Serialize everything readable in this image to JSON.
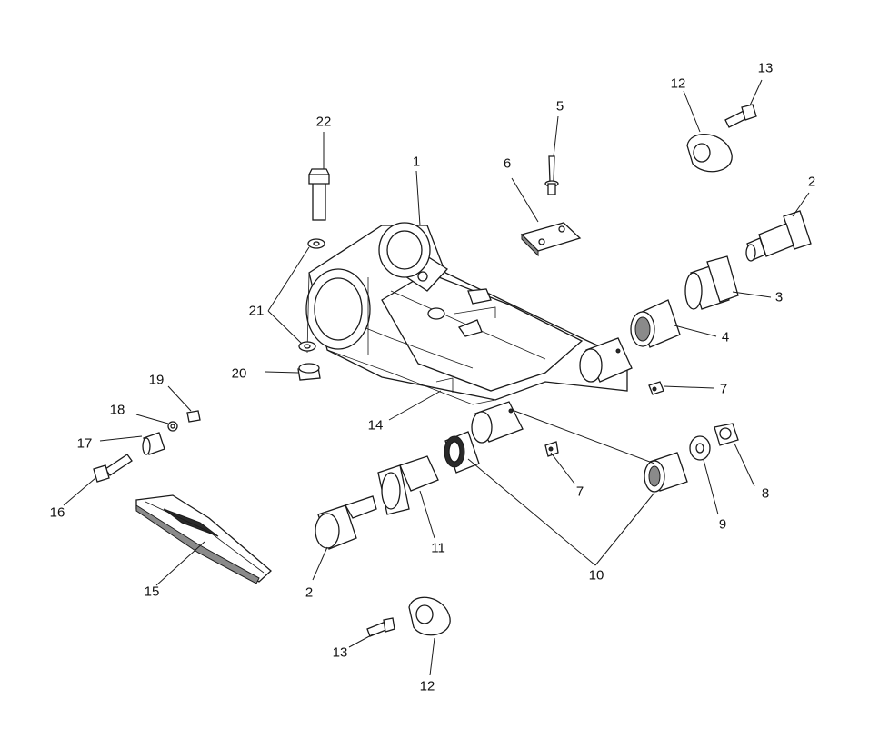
{
  "callouts": [
    {
      "id": "c1",
      "text": "1"
    },
    {
      "id": "c2a",
      "text": "2"
    },
    {
      "id": "c2b",
      "text": "2"
    },
    {
      "id": "c3",
      "text": "3"
    },
    {
      "id": "c4",
      "text": "4"
    },
    {
      "id": "c5",
      "text": "5"
    },
    {
      "id": "c6",
      "text": "6"
    },
    {
      "id": "c7a",
      "text": "7"
    },
    {
      "id": "c7b",
      "text": "7"
    },
    {
      "id": "c8",
      "text": "8"
    },
    {
      "id": "c9",
      "text": "9"
    },
    {
      "id": "c10",
      "text": "10"
    },
    {
      "id": "c11",
      "text": "11"
    },
    {
      "id": "c12a",
      "text": "12"
    },
    {
      "id": "c12b",
      "text": "12"
    },
    {
      "id": "c13a",
      "text": "13"
    },
    {
      "id": "c13b",
      "text": "13"
    },
    {
      "id": "c14",
      "text": "14"
    },
    {
      "id": "c15",
      "text": "15"
    },
    {
      "id": "c16",
      "text": "16"
    },
    {
      "id": "c17",
      "text": "17"
    },
    {
      "id": "c18",
      "text": "18"
    },
    {
      "id": "c19",
      "text": "19"
    },
    {
      "id": "c20",
      "text": "20"
    },
    {
      "id": "c21",
      "text": "21"
    },
    {
      "id": "c22",
      "text": "22"
    }
  ],
  "colors": {
    "line": "#1a1a1a",
    "shade": "#8a8a8a",
    "background": "#ffffff"
  }
}
